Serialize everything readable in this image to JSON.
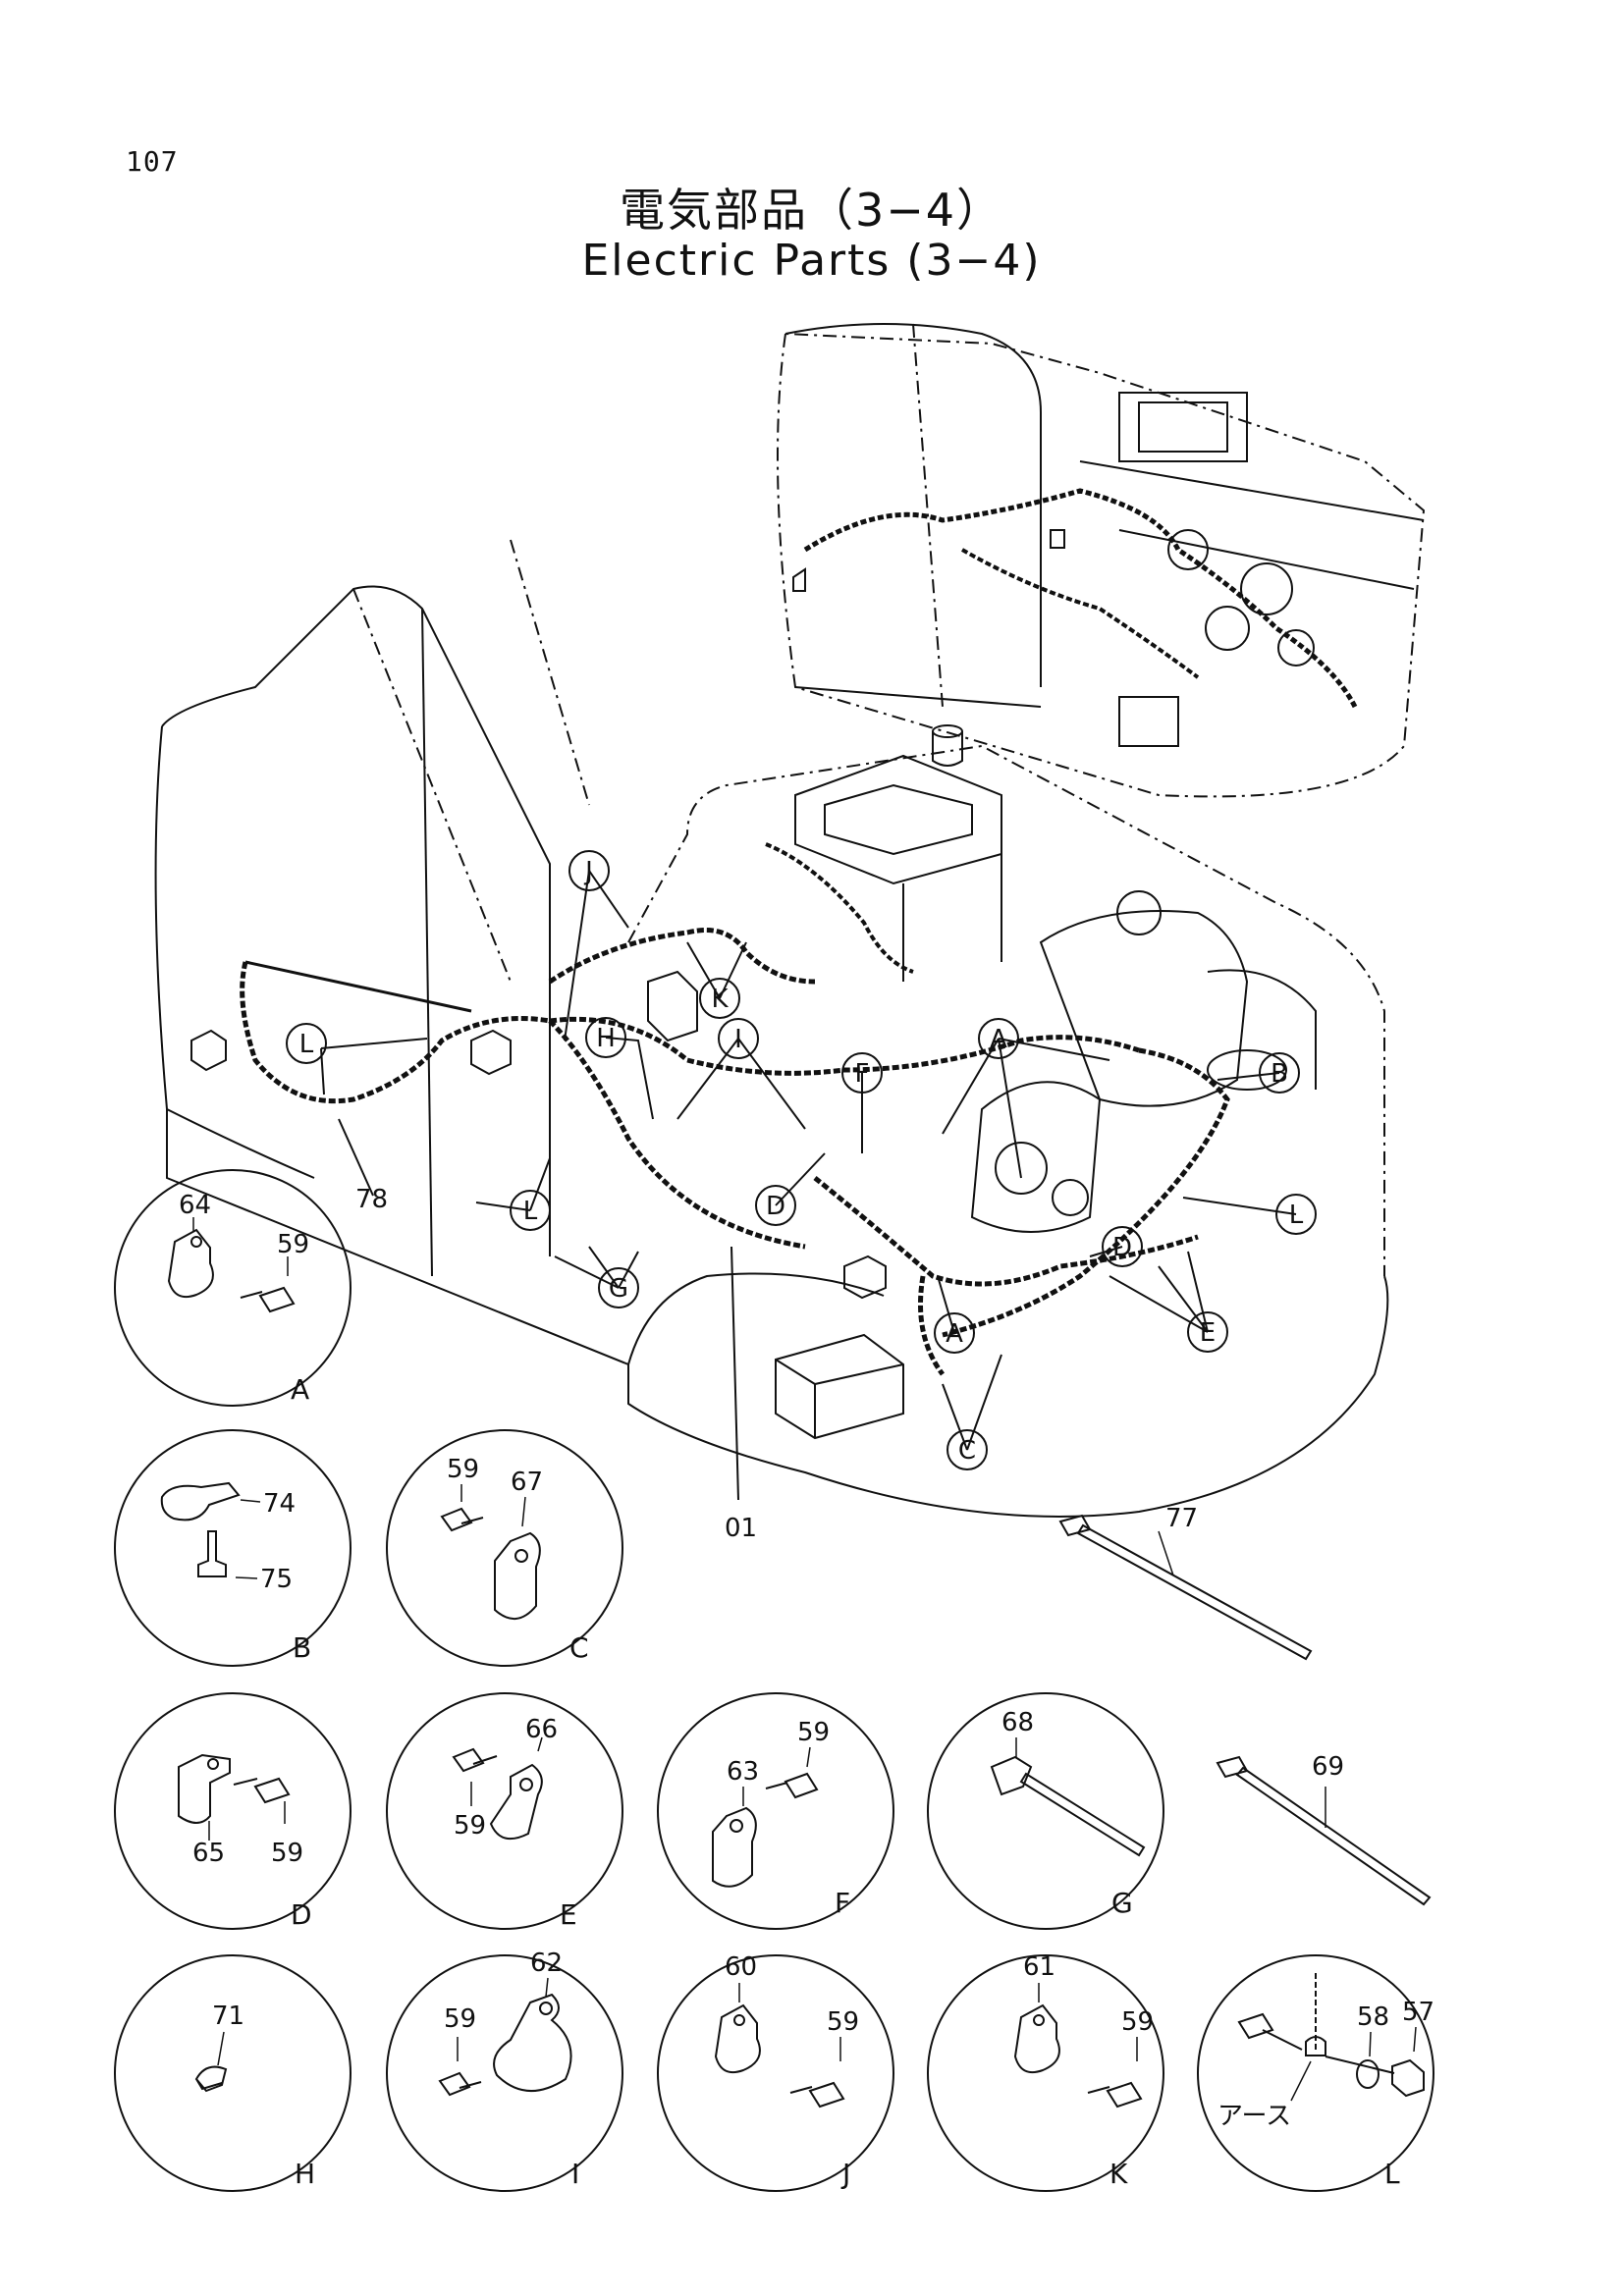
{
  "page_number": "107",
  "title_jp": "電気部品（3−4）",
  "title_en": "Electric Parts (3−4)",
  "main_callouts": {
    "J": "J",
    "K": "K",
    "L_left": "L",
    "H": "H",
    "I": "I",
    "F": "F",
    "A_top": "A",
    "B": "B",
    "L_right": "L",
    "D_left": "D",
    "D_right": "D",
    "L_lower": "L",
    "G": "G",
    "A_lower": "A",
    "E": "E",
    "C": "C"
  },
  "main_parts": {
    "p78": "78",
    "p01": "01",
    "p77": "77",
    "p69": "69"
  },
  "details": {
    "A": {
      "letter": "A",
      "parts": [
        "64",
        "59"
      ]
    },
    "B": {
      "letter": "B",
      "parts": [
        "74",
        "75"
      ]
    },
    "C": {
      "letter": "C",
      "parts": [
        "59",
        "67"
      ]
    },
    "D": {
      "letter": "D",
      "parts": [
        "65",
        "59"
      ]
    },
    "E": {
      "letter": "E",
      "parts": [
        "66",
        "59"
      ]
    },
    "F": {
      "letter": "F",
      "parts": [
        "63",
        "59"
      ]
    },
    "G": {
      "letter": "G",
      "parts": [
        "68"
      ]
    },
    "H": {
      "letter": "H",
      "parts": [
        "71"
      ]
    },
    "I": {
      "letter": "I",
      "parts": [
        "59",
        "62"
      ]
    },
    "J": {
      "letter": "J",
      "parts": [
        "60",
        "59"
      ]
    },
    "K": {
      "letter": "K",
      "parts": [
        "61",
        "59"
      ]
    },
    "L": {
      "letter": "L",
      "parts": [
        "58",
        "57"
      ],
      "ground_label": "アース"
    }
  }
}
